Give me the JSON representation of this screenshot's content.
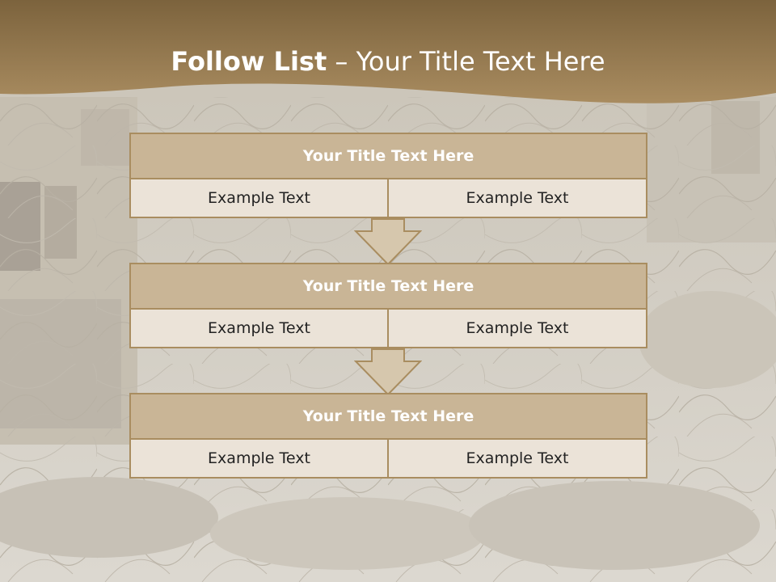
{
  "slide": {
    "title": {
      "bold": "Follow List",
      "rest": " – Your Title Text Here"
    },
    "colors": {
      "header_band": "#8b6d3f",
      "block_title_fill": "#c9b596",
      "block_border": "#a98d60",
      "cell_fill": "#ebe3d8",
      "arrow_fill": "#d6c7ad"
    },
    "background_image": "collapsed-building-rubble-photo",
    "blocks": [
      {
        "title": "Your Title Text Here",
        "left": "Example Text",
        "right": "Example Text"
      },
      {
        "title": "Your Title Text Here",
        "left": "Example Text",
        "right": "Example Text"
      },
      {
        "title": "Your Title Text Here",
        "left": "Example Text",
        "right": "Example Text"
      }
    ],
    "connector_icon": "down-arrow-icon"
  }
}
